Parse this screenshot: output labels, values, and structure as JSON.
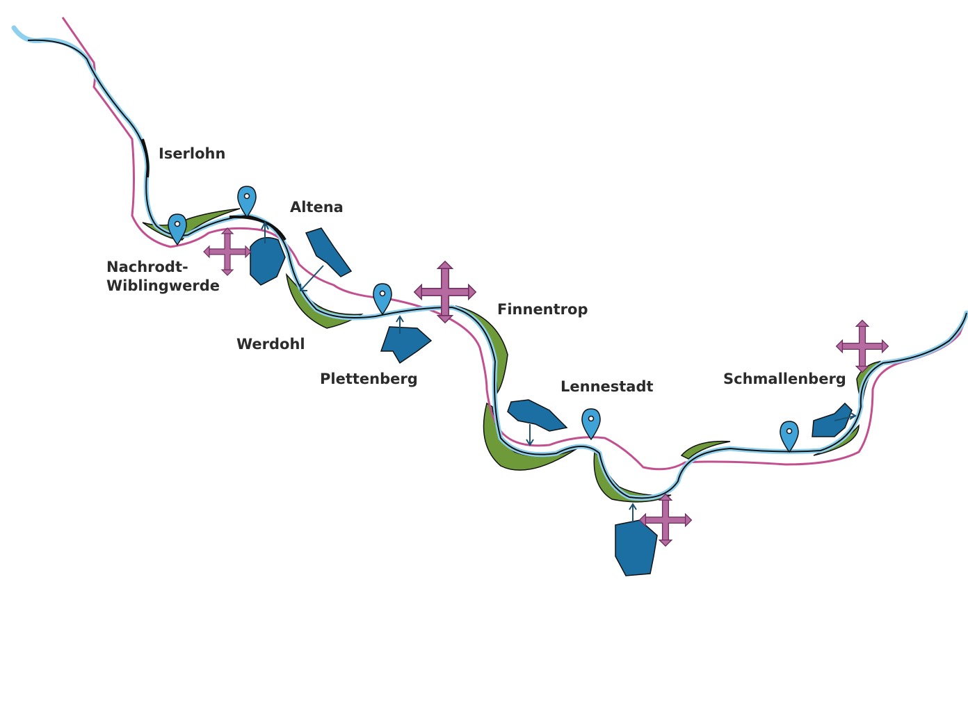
{
  "colors": {
    "river": "#8fd0ee",
    "road": "#c2508f",
    "outline": "#111111",
    "green": "#6e9a3a",
    "town": "#1b6fa3",
    "pin": "#3fa3d8",
    "cross": "#b56aa0"
  },
  "towns": [
    {
      "id": "iserlohn",
      "label": "Iserlohn"
    },
    {
      "id": "altena",
      "label": "Altena"
    },
    {
      "id": "nachrodt",
      "label": "Nachrodt-",
      "label2": "Wiblingwerde"
    },
    {
      "id": "werdohl",
      "label": "Werdohl"
    },
    {
      "id": "plettenberg",
      "label": "Plettenberg"
    },
    {
      "id": "finnentrop",
      "label": "Finnentrop"
    },
    {
      "id": "lennestadt",
      "label": "Lennestadt"
    },
    {
      "id": "schmallenberg",
      "label": "Schmallenberg"
    }
  ],
  "icons": {
    "pin": "map-pin-icon",
    "cross": "crossroads-arrows-icon",
    "town": "town-area-shape"
  }
}
